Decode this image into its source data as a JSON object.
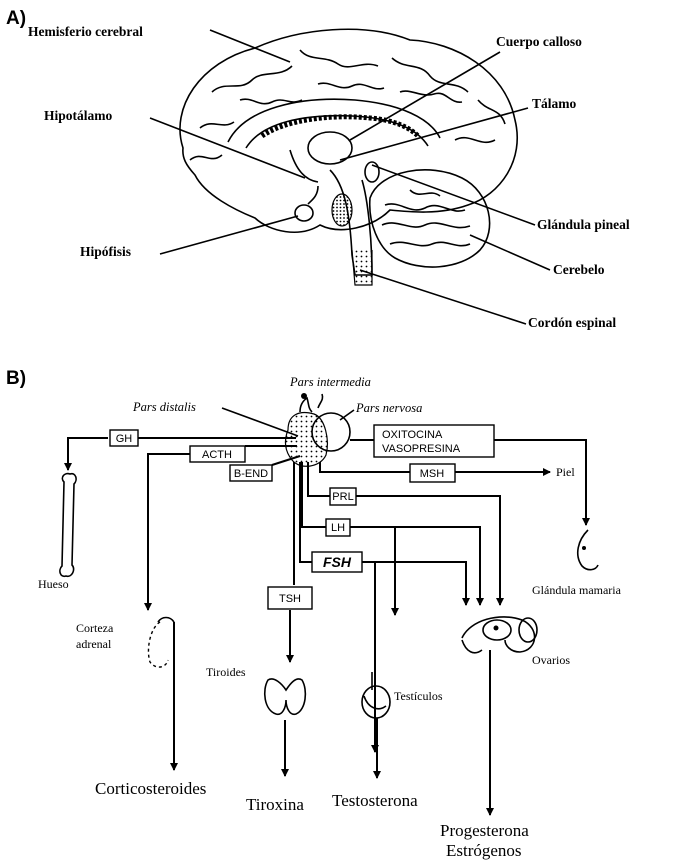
{
  "section_a": {
    "label": "A)",
    "labels": {
      "hemisferio": "Hemisferio cerebral",
      "cuerpo_calloso": "Cuerpo calloso",
      "talamo": "Tálamo",
      "hipotalamo": "Hipotálamo",
      "glandula_pineal": "Glándula pineal",
      "hipofisis": "Hipófisis",
      "cerebelo": "Cerebelo",
      "cordon_espinal": "Cordón espinal"
    }
  },
  "section_b": {
    "label": "B)",
    "pars": {
      "intermedia": "Pars intermedia",
      "distalis": "Pars distalis",
      "nervosa": "Pars nervosa"
    },
    "hormones": {
      "gh": "GH",
      "acth": "ACTH",
      "bend": "B-END",
      "oxitocina": "OXITOCINA",
      "vasopresina": "VASOPRESINA",
      "msh": "MSH",
      "prl": "PRL",
      "lh": "LH",
      "fsh": "FSH",
      "tsh": "TSH"
    },
    "targets": {
      "piel": "Piel",
      "hueso": "Hueso",
      "glandula_mamaria": "Glándula mamaria",
      "corteza_l1": "Corteza",
      "corteza_l2": "adrenal",
      "ovarios": "Ovarios",
      "tiroides": "Tiroides",
      "testiculos": "Testículos"
    },
    "products": {
      "corticosteroides": "Corticosteroides",
      "tiroxina": "Tiroxina",
      "testosterona": "Testosterona",
      "progesterona": "Progesterona",
      "estrogenos": "Estrógenos"
    }
  }
}
